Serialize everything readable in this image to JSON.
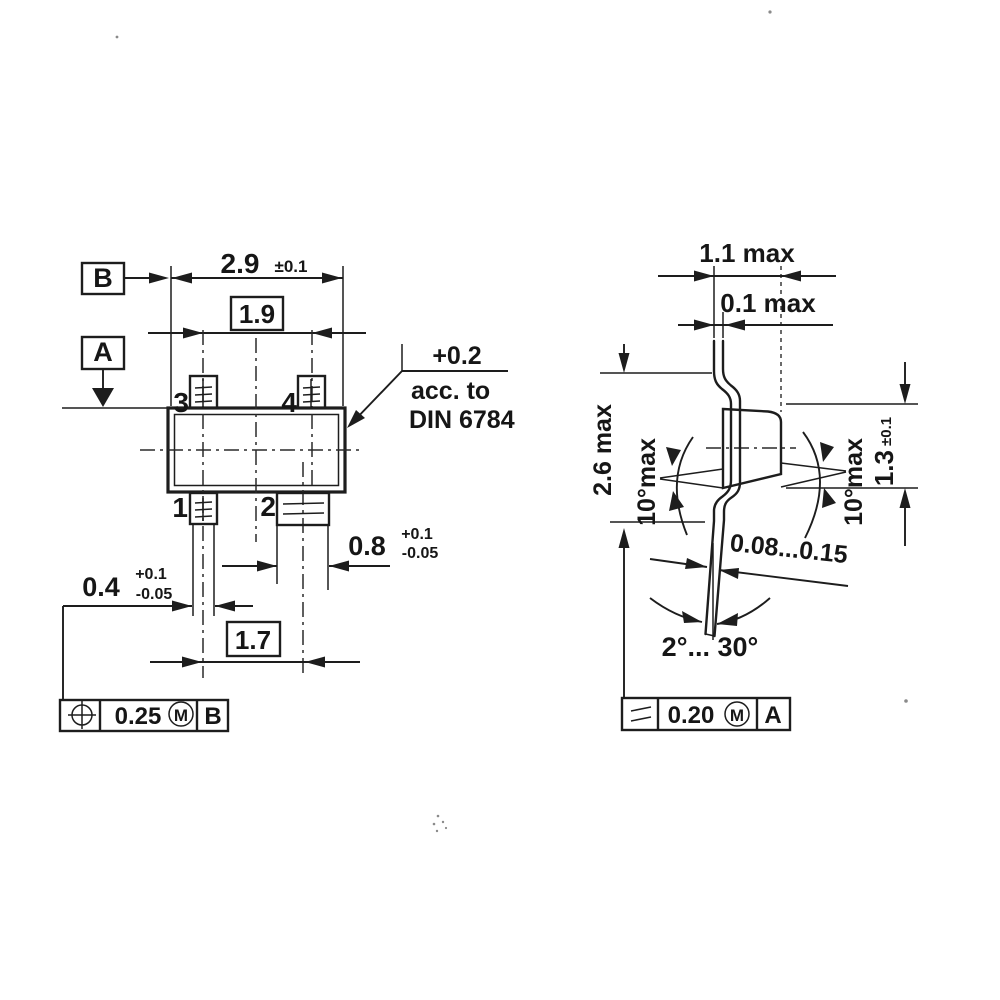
{
  "left_view": {
    "datum_b": "B",
    "datum_a": "A",
    "dim_29": "2.9",
    "dim_29_tol": "±0.1",
    "dim_19": "1.9",
    "pin1": "1",
    "pin2": "2",
    "pin3": "3",
    "pin4": "4",
    "note_tol": "+0.2",
    "note_acc": "acc. to",
    "note_din": "DIN 6784",
    "dim_08": "0.8",
    "dim_08_plus": "+0.1",
    "dim_08_minus": "-0.05",
    "dim_04": "0.4",
    "dim_04_plus": "+0.1",
    "dim_04_minus": "-0.05",
    "dim_17": "1.7",
    "fcf": {
      "symbol": "position",
      "tolerance": "0.25",
      "modifier": "M",
      "datum": "B"
    }
  },
  "right_view": {
    "dim_11": "1.1 max",
    "dim_01": "0.1 max",
    "dim_26": "2.6 max",
    "dim_13": "1.3",
    "dim_13_tol": "±0.1",
    "angle_left": "10°max",
    "angle_right": "10°max",
    "dim_008": "0.08...0.15",
    "angle_tip": "2°... 30°",
    "fcf": {
      "symbol": "parallelism",
      "tolerance": "0.20",
      "modifier": "M",
      "datum": "A"
    }
  }
}
